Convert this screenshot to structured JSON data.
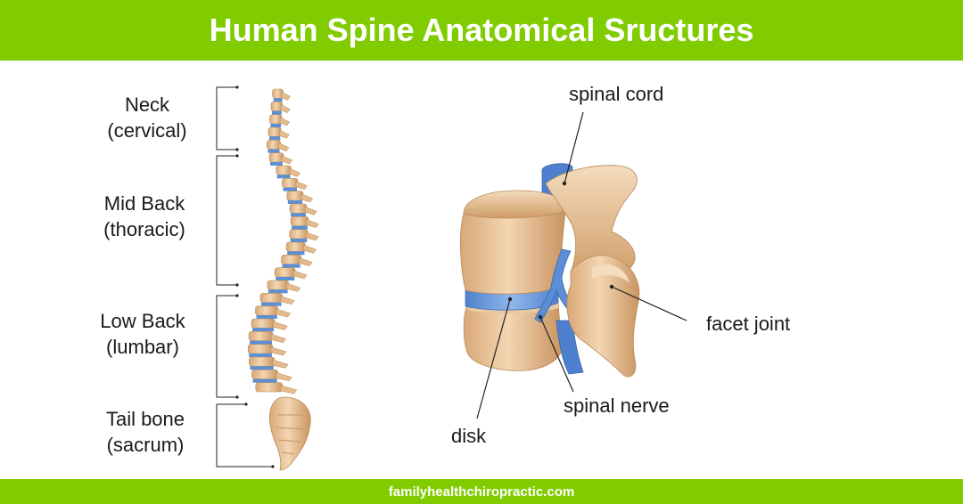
{
  "title": "Human Spine Anatomical Sructures",
  "footer": "familyhealthchiropractic.com",
  "regions": [
    {
      "line1": "Neck",
      "line2": "(cervical)"
    },
    {
      "line1": "Mid Back",
      "line2": "(thoracic)"
    },
    {
      "line1": "Low Back",
      "line2": "(lumbar)"
    },
    {
      "line1": "Tail bone",
      "line2": "(sacrum)"
    }
  ],
  "callouts": {
    "spinal_cord": "spinal cord",
    "facet_joint": "facet joint",
    "spinal_nerve": "spinal nerve",
    "disk": "disk"
  },
  "colors": {
    "header_green": "#80cc00",
    "bone": "#e8c49a",
    "bone_shadow": "#c99c6c",
    "disk_blue": "#5b8fd6",
    "text": "#1a1a1a"
  }
}
